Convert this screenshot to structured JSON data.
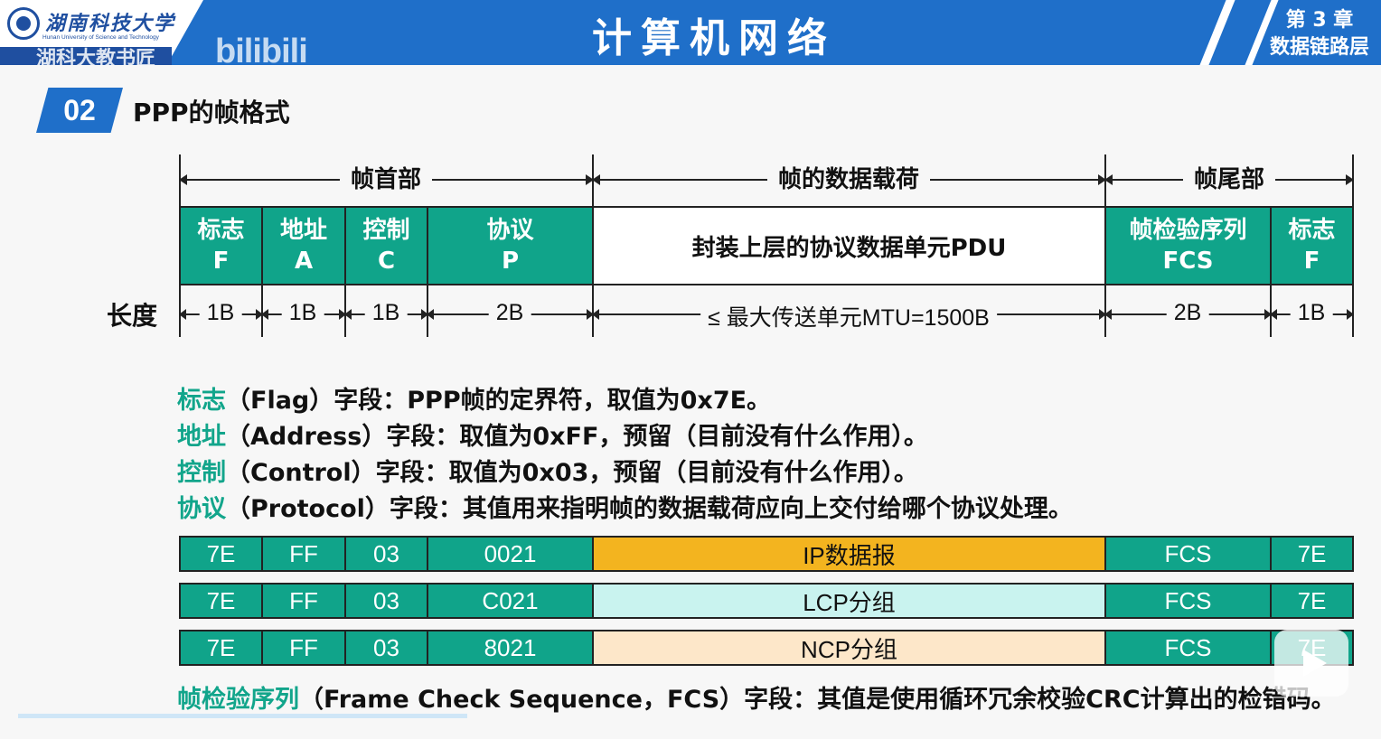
{
  "header": {
    "logo_cn": "湖南科技大学",
    "logo_en": "Hunan University of Science and Technology",
    "banner_text": "湖科大教书匠",
    "watermark": "bilibili",
    "title": "计算机网络",
    "chapter_line1": "第 3 章",
    "chapter_line2": "数据链路层",
    "brand_color": "#1f6fc9"
  },
  "section": {
    "number": "02",
    "title": "PPP的帧格式"
  },
  "frame": {
    "spans": [
      {
        "label": "帧首部"
      },
      {
        "label": "帧的数据载荷"
      },
      {
        "label": "帧尾部"
      }
    ],
    "fields": [
      {
        "line1": "标志",
        "line2": "F"
      },
      {
        "line1": "地址",
        "line2": "A"
      },
      {
        "line1": "控制",
        "line2": "C"
      },
      {
        "line1": "协议",
        "line2": "P"
      },
      {
        "line1": "封装上层的协议数据单元PDU",
        "line2": ""
      },
      {
        "line1": "帧检验序列",
        "line2": "FCS"
      },
      {
        "line1": "标志",
        "line2": "F"
      }
    ],
    "length_label": "长度",
    "lengths": [
      "1B",
      "1B",
      "1B",
      "2B",
      "≤ 最大传送单元MTU=1500B",
      "2B",
      "1B"
    ],
    "field_color": "#10a48a"
  },
  "descriptions": [
    {
      "keyword": "标志",
      "text": "（Flag）字段：PPP帧的定界符，取值为0x7E。"
    },
    {
      "keyword": "地址",
      "text": "（Address）字段：取值为0xFF，预留（目前没有什么作用）。"
    },
    {
      "keyword": "控制",
      "text": "（Control）字段：取值为0x03，预留（目前没有什么作用）。"
    },
    {
      "keyword": "协议",
      "text": "（Protocol）字段：其值用来指明帧的数据载荷应向上交付给哪个协议处理。"
    }
  ],
  "example_rows": [
    {
      "cells": [
        "7E",
        "FF",
        "03",
        "0021",
        "IP数据报",
        "FCS",
        "7E"
      ],
      "payload_color": "#f3b41f"
    },
    {
      "cells": [
        "7E",
        "FF",
        "03",
        "C021",
        "LCP分组",
        "FCS",
        "7E"
      ],
      "payload_color": "#c9f3ef"
    },
    {
      "cells": [
        "7E",
        "FF",
        "03",
        "8021",
        "NCP分组",
        "FCS",
        "7E"
      ],
      "payload_color": "#fde7c9"
    }
  ],
  "fcs_description": {
    "keyword": "帧检验序列",
    "text": "（Frame Check Sequence，FCS）字段：其值是使用循环冗余校验CRC计算出的检错码。"
  }
}
